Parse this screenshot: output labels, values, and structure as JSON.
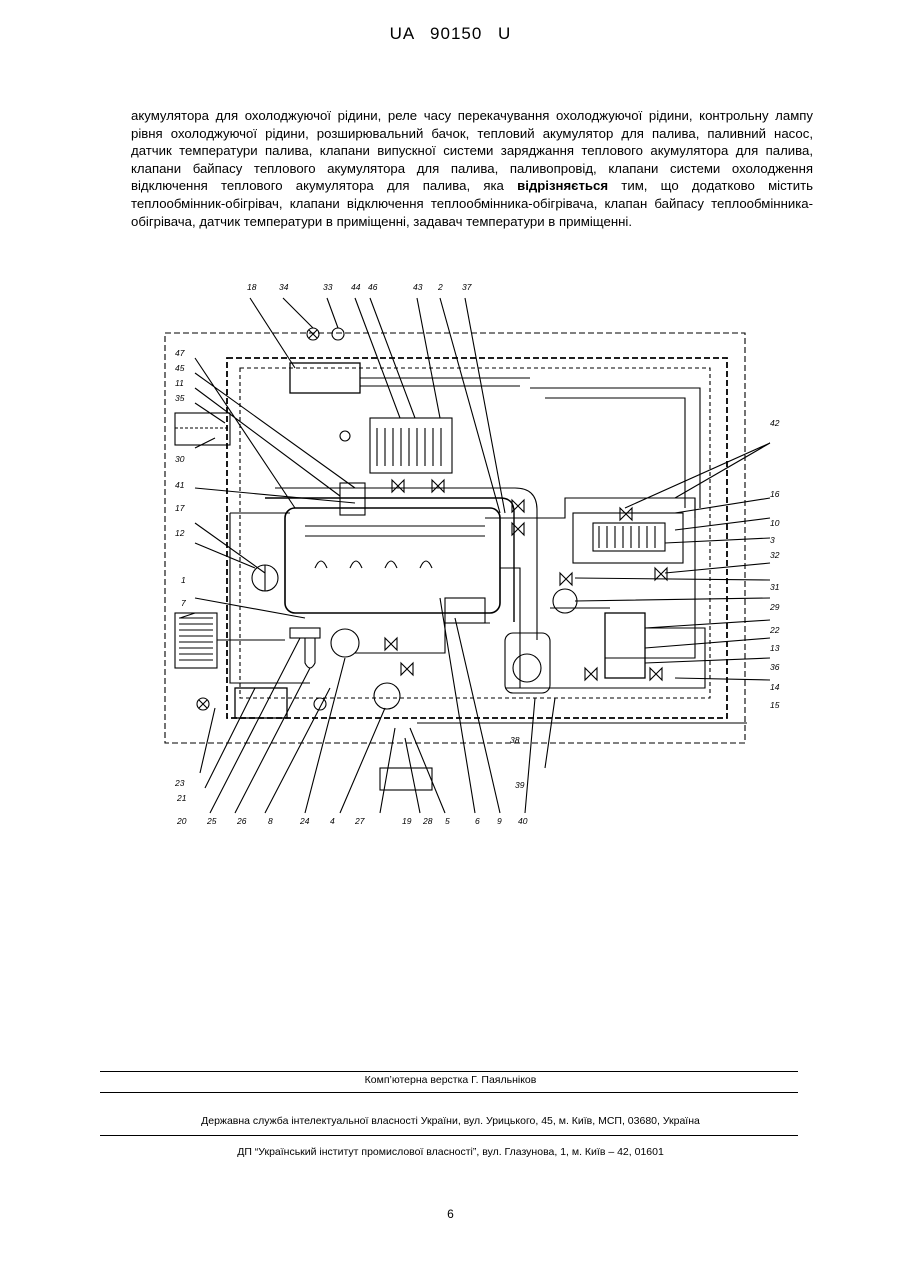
{
  "header": {
    "patent_id": "UA   90150   U"
  },
  "body": {
    "text_before_bold": "акумулятора для охолоджуючої рідини, реле часу перекачування охолоджуючої рідини, контрольну лампу рівня охолоджуючої рідини, розширювальний бачок, тепловий акумулятор для палива, паливний насос, датчик температури палива, клапани випускної системи заряджання теплового акумулятора для палива, клапани байпасу теплового акумулятора для палива, паливопровід, клапани системи охолодження відключення теплового акумулятора для палива, яка ",
    "bold_word": "відрізняється",
    "text_after_bold": " тим, що додатково містить теплообмінник-обігрівач, клапани відключення теплообмінника-обігрівача, клапан байпасу теплообмінника-обігрівача, датчик температури в приміщенні, задавач температури в приміщенні."
  },
  "figure": {
    "top_labels": [
      "18",
      "34",
      "33",
      "44",
      "46",
      "43",
      "2",
      "37"
    ],
    "left_labels": [
      "47",
      "45",
      "11",
      "35",
      "30",
      "41",
      "17",
      "12",
      "1",
      "7"
    ],
    "right_labels": [
      "42",
      "16",
      "10",
      "3",
      "32",
      "31",
      "29",
      "22",
      "13",
      "36",
      "14",
      "15"
    ],
    "bottom_labels": [
      "23",
      "21",
      "20",
      "25",
      "26",
      "8",
      "24",
      "4",
      "27",
      "19",
      "28",
      "5",
      "6",
      "9",
      "40",
      "38",
      "39"
    ]
  },
  "footer": {
    "typesetting": "Комп’ютерна верстка Г. Паяльніков",
    "agency": "Державна служба інтелектуальної власності України, вул. Урицького, 45, м. Київ, МСП, 03680, Україна",
    "institute": "ДП “Український інститут промислової власності”, вул. Глазунова, 1, м. Київ – 42, 01601"
  },
  "page_number": "6"
}
